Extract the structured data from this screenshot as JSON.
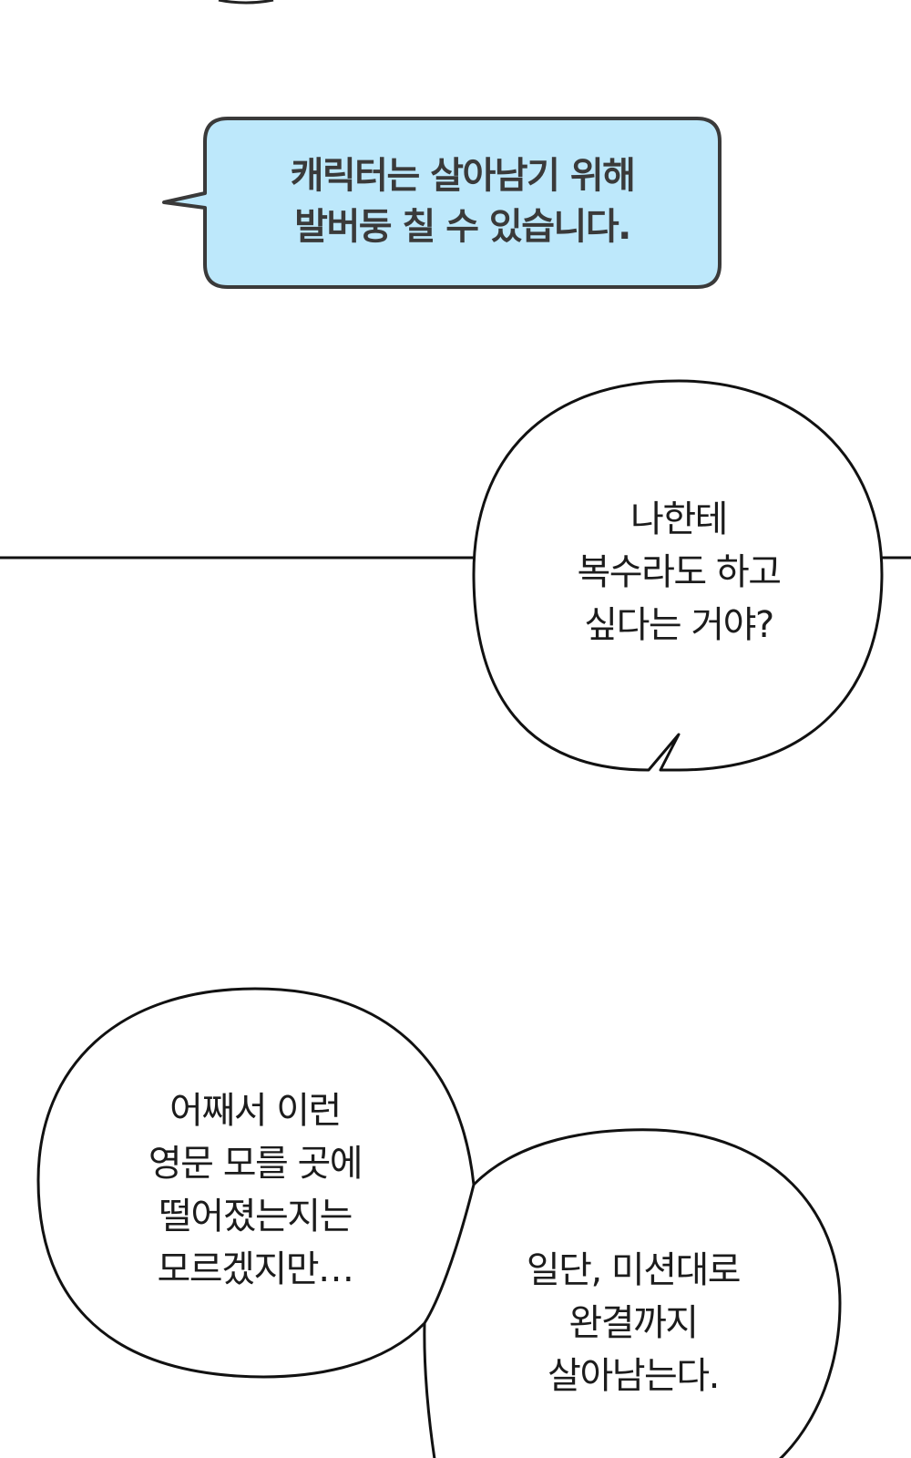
{
  "colors": {
    "background": "#ffffff",
    "system_box_fill": "#bde8fb",
    "system_box_border": "#3a3a3a",
    "bubble_border": "#111111",
    "text": "#1c1c1c"
  },
  "system_box": {
    "lines": [
      "캐릭터는 살아남기 위해",
      "발버둥 칠 수 있습니다."
    ]
  },
  "bubble_1": {
    "lines": [
      "나한테",
      "복수라도 하고",
      "싶다는 거야?"
    ]
  },
  "bubble_2": {
    "lines": [
      "어째서 이런",
      "영문 모를 곳에",
      "떨어졌는지는",
      "모르겠지만…"
    ]
  },
  "bubble_3": {
    "lines": [
      "일단, 미션대로",
      "완결까지",
      "살아남는다."
    ]
  }
}
